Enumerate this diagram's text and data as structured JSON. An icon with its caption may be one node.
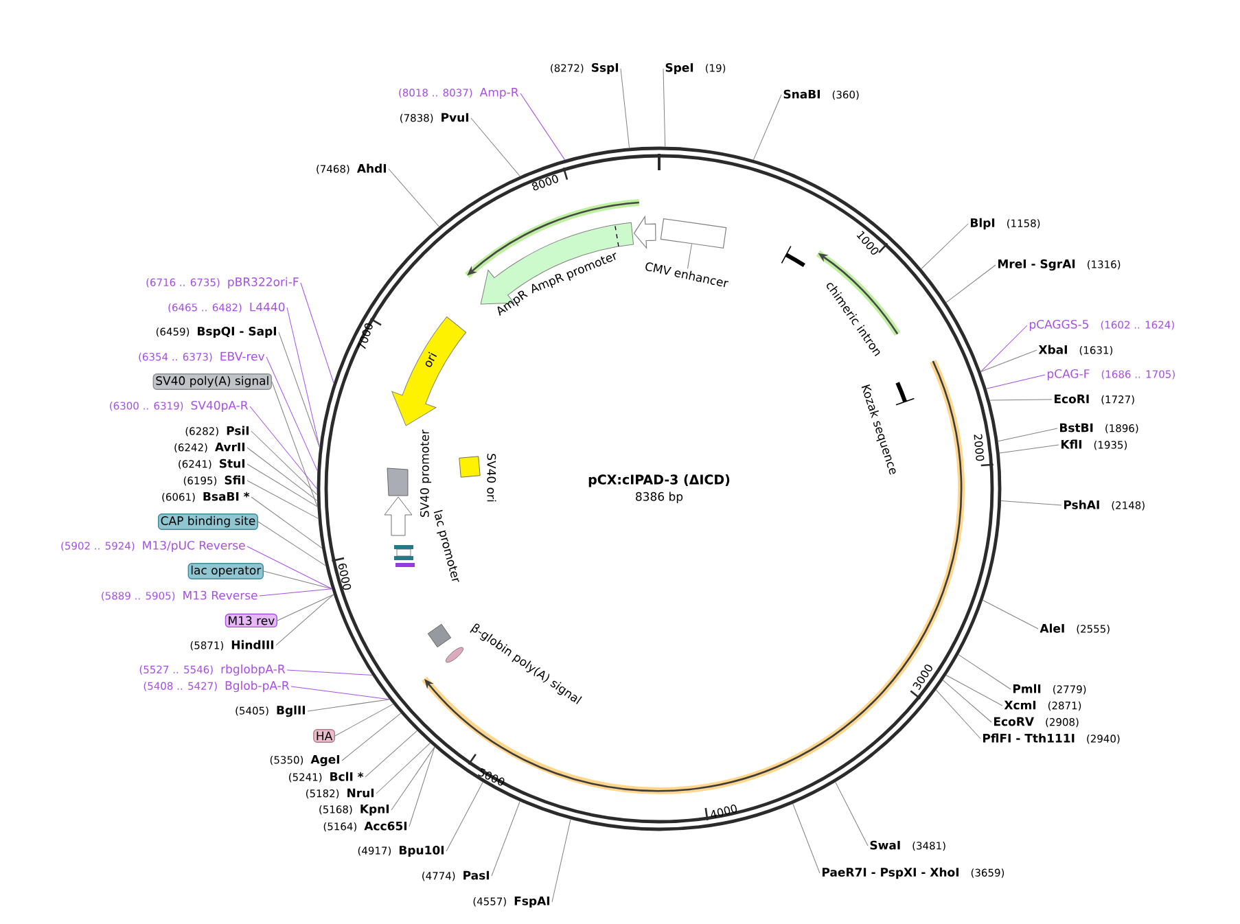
{
  "diagram": {
    "nodes": [
      {
        "text": [
          "pCX:cIPAD-3 (ΔICD)",
          "8386 bp"
        ]
      },
      {
        "text": [
          "(8272)",
          "SspI"
        ]
      },
      {
        "text": [
          "SpeI",
          "(19)"
        ]
      },
      {
        "text": [
          "(8018 .. 8037)",
          "Amp-R"
        ]
      },
      {
        "text": [
          "SnaBI",
          "(360)"
        ]
      },
      {
        "text": [
          "(7838)",
          "PvuI"
        ]
      },
      {
        "text": [
          "(7468)",
          "AhdI"
        ]
      },
      {
        "text": [
          "BlpI",
          "(1158)"
        ]
      },
      {
        "text": [
          "MreI - SgrAI",
          "(1316)"
        ]
      },
      {
        "text": [
          "pCAGGS-5",
          "(1602 .. 1624)"
        ]
      },
      {
        "text": [
          "XbaI",
          "(1631)"
        ]
      },
      {
        "text": [
          "pCAG-F",
          "(1686 .. 1705)"
        ]
      },
      {
        "text": [
          "EcoRI",
          "(1727)"
        ]
      },
      {
        "text": [
          "BstBI",
          "(1896)"
        ]
      },
      {
        "text": [
          "KflI",
          "(1935)"
        ]
      },
      {
        "text": [
          "PshAI",
          "(2148)"
        ]
      },
      {
        "text": [
          "AleI",
          "(2555)"
        ]
      },
      {
        "text": [
          "PmlI",
          "(2779)"
        ]
      },
      {
        "text": [
          "XcmI",
          "(2871)"
        ]
      },
      {
        "text": [
          "EcoRV",
          "(2908)"
        ]
      },
      {
        "text": [
          "PflFI - Tth111I",
          "(2940)"
        ]
      },
      {
        "text": [
          "SwaI",
          "(3481)"
        ]
      },
      {
        "text": [
          "PaeR7I - PspXI - XhoI",
          "(3659)"
        ]
      },
      {
        "text": [
          "(6716 .. 6735)",
          "pBR322ori-F"
        ]
      },
      {
        "text": [
          "(6465 .. 6482)",
          "L4440"
        ]
      },
      {
        "text": [
          "(6459)",
          "BspQI - SapI"
        ]
      },
      {
        "text": [
          "(6354 .. 6373)",
          "EBV-rev"
        ]
      },
      {
        "text": [
          "SV40 poly(A) signal"
        ]
      },
      {
        "text": [
          "(6300 .. 6319)",
          "SV40pA-R"
        ]
      },
      {
        "text": [
          "(6282)",
          "PsiI"
        ]
      },
      {
        "text": [
          "(6242)",
          "AvrII"
        ]
      },
      {
        "text": [
          "(6241)",
          "StuI"
        ]
      },
      {
        "text": [
          "(6195)",
          "SfiI"
        ]
      },
      {
        "text": [
          "(6061)",
          "BsaBI *"
        ]
      },
      {
        "text": [
          "CAP binding site"
        ]
      },
      {
        "text": [
          "(5902 .. 5924)",
          "M13/pUC Reverse"
        ]
      },
      {
        "text": [
          "lac operator"
        ]
      },
      {
        "text": [
          "(5889 .. 5905)",
          "M13 Reverse"
        ]
      },
      {
        "text": [
          "M13 rev"
        ]
      },
      {
        "text": [
          "(5871)",
          "HindIII"
        ]
      },
      {
        "text": [
          "(5527 .. 5546)",
          "rbglobpA-R"
        ]
      },
      {
        "text": [
          "(5408 .. 5427)",
          "Bglob-pA-R"
        ]
      },
      {
        "text": [
          "(5405)",
          "BglII"
        ]
      },
      {
        "text": [
          "HA"
        ]
      },
      {
        "text": [
          "(5350)",
          "AgeI"
        ]
      },
      {
        "text": [
          "(5241)",
          "BclI *"
        ]
      },
      {
        "text": [
          "(5182)",
          "NruI"
        ]
      },
      {
        "text": [
          "(5168)",
          "KpnI"
        ]
      },
      {
        "text": [
          "(5164)",
          "Acc65I"
        ]
      },
      {
        "text": [
          "(4917)",
          "Bpu10I"
        ]
      },
      {
        "text": [
          "(4774)",
          "PasI"
        ]
      },
      {
        "text": [
          "(4557)",
          "FspAI"
        ]
      },
      {
        "text": [
          "CMV enhancer"
        ],
        "in": 0
      },
      {
        "text": [],
        "shape": "box",
        "in": 0
      }
    ],
    "edges": [
      {
        "from": 1,
        "to": 0,
        "arrow": "none"
      },
      {
        "from": 2,
        "to": 0,
        "arrow": "none"
      },
      {
        "from": 3,
        "to": 0,
        "arrow": "none",
        "color": "#a64ee6"
      },
      {
        "from": 4,
        "to": 0,
        "arrow": "none"
      },
      {
        "from": 5,
        "to": 0,
        "arrow": "none"
      },
      {
        "from": 6,
        "to": 0,
        "arrow": "none"
      },
      {
        "from": 7,
        "to": 0,
        "arrow": "none"
      },
      {
        "from": 8,
        "to": 0,
        "arrow": "none"
      },
      {
        "from": 9,
        "to": 0,
        "arrow": "none",
        "color": "#a64ee6"
      },
      {
        "from": 10,
        "to": 0,
        "arrow": "none"
      },
      {
        "from": 11,
        "to": 0,
        "arrow": "none",
        "color": "#a64ee6"
      },
      {
        "from": 12,
        "to": 0,
        "arrow": "none"
      },
      {
        "from": 13,
        "to": 0,
        "arrow": "none"
      },
      {
        "from": 14,
        "to": 0,
        "arrow": "none"
      },
      {
        "from": 15,
        "to": 0,
        "arrow": "none"
      },
      {
        "from": 16,
        "to": 0,
        "arrow": "none"
      },
      {
        "from": 17,
        "to": 0,
        "arrow": "none"
      },
      {
        "from": 18,
        "to": 0,
        "arrow": "none"
      },
      {
        "from": 19,
        "to": 0,
        "arrow": "none"
      },
      {
        "from": 20,
        "to": 0,
        "arrow": "none"
      },
      {
        "from": 21,
        "to": 0,
        "arrow": "none"
      },
      {
        "from": 22,
        "to": 0,
        "arrow": "none"
      },
      {
        "from": 23,
        "to": 0,
        "arrow": "none",
        "color": "#a64ee6"
      },
      {
        "from": 24,
        "to": 0,
        "arrow": "none",
        "color": "#a64ee6"
      },
      {
        "from": 25,
        "to": 0,
        "arrow": "none"
      },
      {
        "from": 26,
        "to": 0,
        "arrow": "none",
        "color": "#a64ee6"
      },
      {
        "from": 27,
        "to": 0,
        "arrow": "none"
      },
      {
        "from": 28,
        "to": 0,
        "arrow": "none",
        "color": "#a64ee6"
      },
      {
        "from": 29,
        "to": 0,
        "arrow": "none"
      },
      {
        "from": 30,
        "to": 0,
        "arrow": "none"
      },
      {
        "from": 31,
        "to": 0,
        "arrow": "none"
      },
      {
        "from": 32,
        "to": 0,
        "arrow": "none"
      },
      {
        "from": 33,
        "to": 0,
        "arrow": "none"
      },
      {
        "from": 34,
        "to": 0,
        "arrow": "none"
      },
      {
        "from": 35,
        "to": 0,
        "arrow": "none",
        "color": "#a64ee6"
      },
      {
        "from": 36,
        "to": 0,
        "arrow": "none"
      },
      {
        "from": 37,
        "to": 0,
        "arrow": "none",
        "color": "#a64ee6"
      },
      {
        "from": 38,
        "to": 0,
        "arrow": "none"
      },
      {
        "from": 39,
        "to": 0,
        "arrow": "none"
      },
      {
        "from": 40,
        "to": 0,
        "arrow": "none",
        "color": "#a64ee6"
      },
      {
        "from": 41,
        "to": 0,
        "arrow": "none",
        "color": "#a64ee6"
      },
      {
        "from": 42,
        "to": 0,
        "arrow": "none"
      },
      {
        "from": 43,
        "to": 0,
        "arrow": "none"
      },
      {
        "from": 44,
        "to": 0,
        "arrow": "none"
      },
      {
        "from": 45,
        "to": 0,
        "arrow": "none"
      },
      {
        "from": 46,
        "to": 0,
        "arrow": "none"
      },
      {
        "from": 47,
        "to": 0,
        "arrow": "none"
      },
      {
        "from": 48,
        "to": 0,
        "arrow": "none"
      },
      {
        "from": 49,
        "to": 0,
        "arrow": "none"
      },
      {
        "from": 50,
        "to": 0,
        "arrow": "none"
      },
      {
        "from": 51,
        "to": 0,
        "arrow": "none"
      },
      {
        "from": 52,
        "to": 53,
        "arrow": "none"
      }
    ],
    "labels": [
      "AmpR promoter",
      "AmpR",
      "ori",
      "chimeric intron",
      "Kozak sequence",
      "SV40 promoter",
      "SV40 ori",
      "lac promoter",
      "β-globin poly(A) signal",
      "1000",
      "2000",
      "3000",
      "4000",
      "5000",
      "6000",
      "7000",
      "8000"
    ]
  }
}
